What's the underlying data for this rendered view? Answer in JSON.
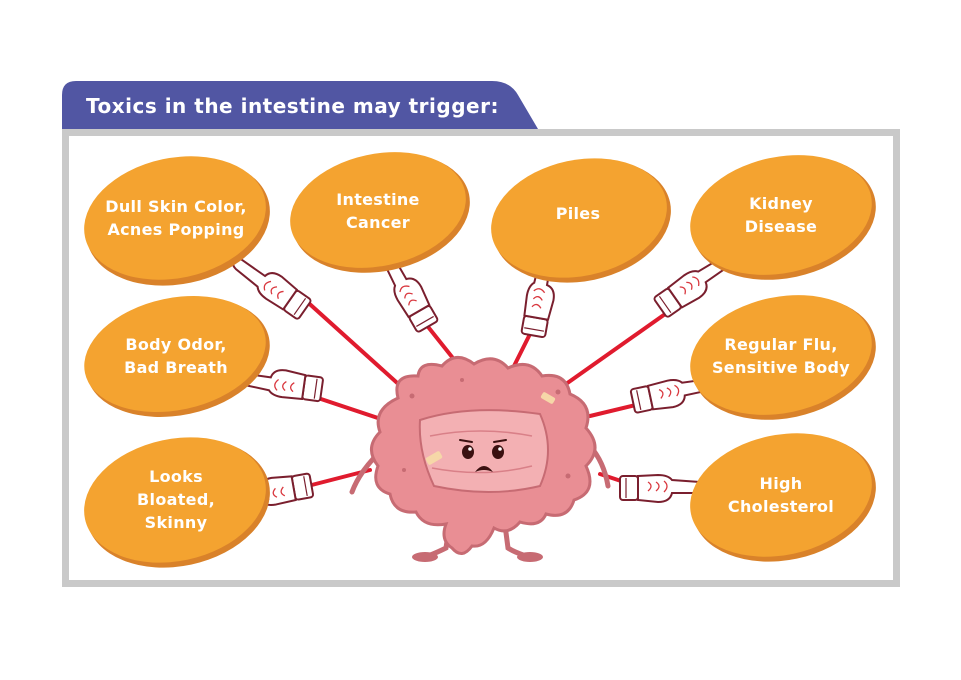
{
  "header": {
    "title": "Toxics in the intestine may trigger:"
  },
  "effects": [
    {
      "id": "dull-skin",
      "text": "Dull Skin Color,\nAcnes Popping"
    },
    {
      "id": "intestine-cancer",
      "text": "Intestine\nCancer"
    },
    {
      "id": "piles",
      "text": "Piles"
    },
    {
      "id": "kidney-disease",
      "text": "Kidney\nDisease"
    },
    {
      "id": "body-odor",
      "text": "Body Odor,\nBad Breath"
    },
    {
      "id": "regular-flu",
      "text": "Regular Flu,\nSensitive Body"
    },
    {
      "id": "looks-bloated",
      "text": "Looks\nBloated,\nSkinny"
    },
    {
      "id": "high-cholesterol",
      "text": "High\nCholesterol"
    }
  ],
  "colors": {
    "tab": "#5156a3",
    "frame": "#c9c9c9",
    "blob": "#f4a330",
    "blob_shadow": "#d9822a",
    "pointer_line": "#e01b2e",
    "intestine": "#e98e94",
    "intestine_dark": "#c76b73"
  },
  "icons": [
    "pointing-hand-icon",
    "intestine-character-icon",
    "bandage-icon"
  ]
}
